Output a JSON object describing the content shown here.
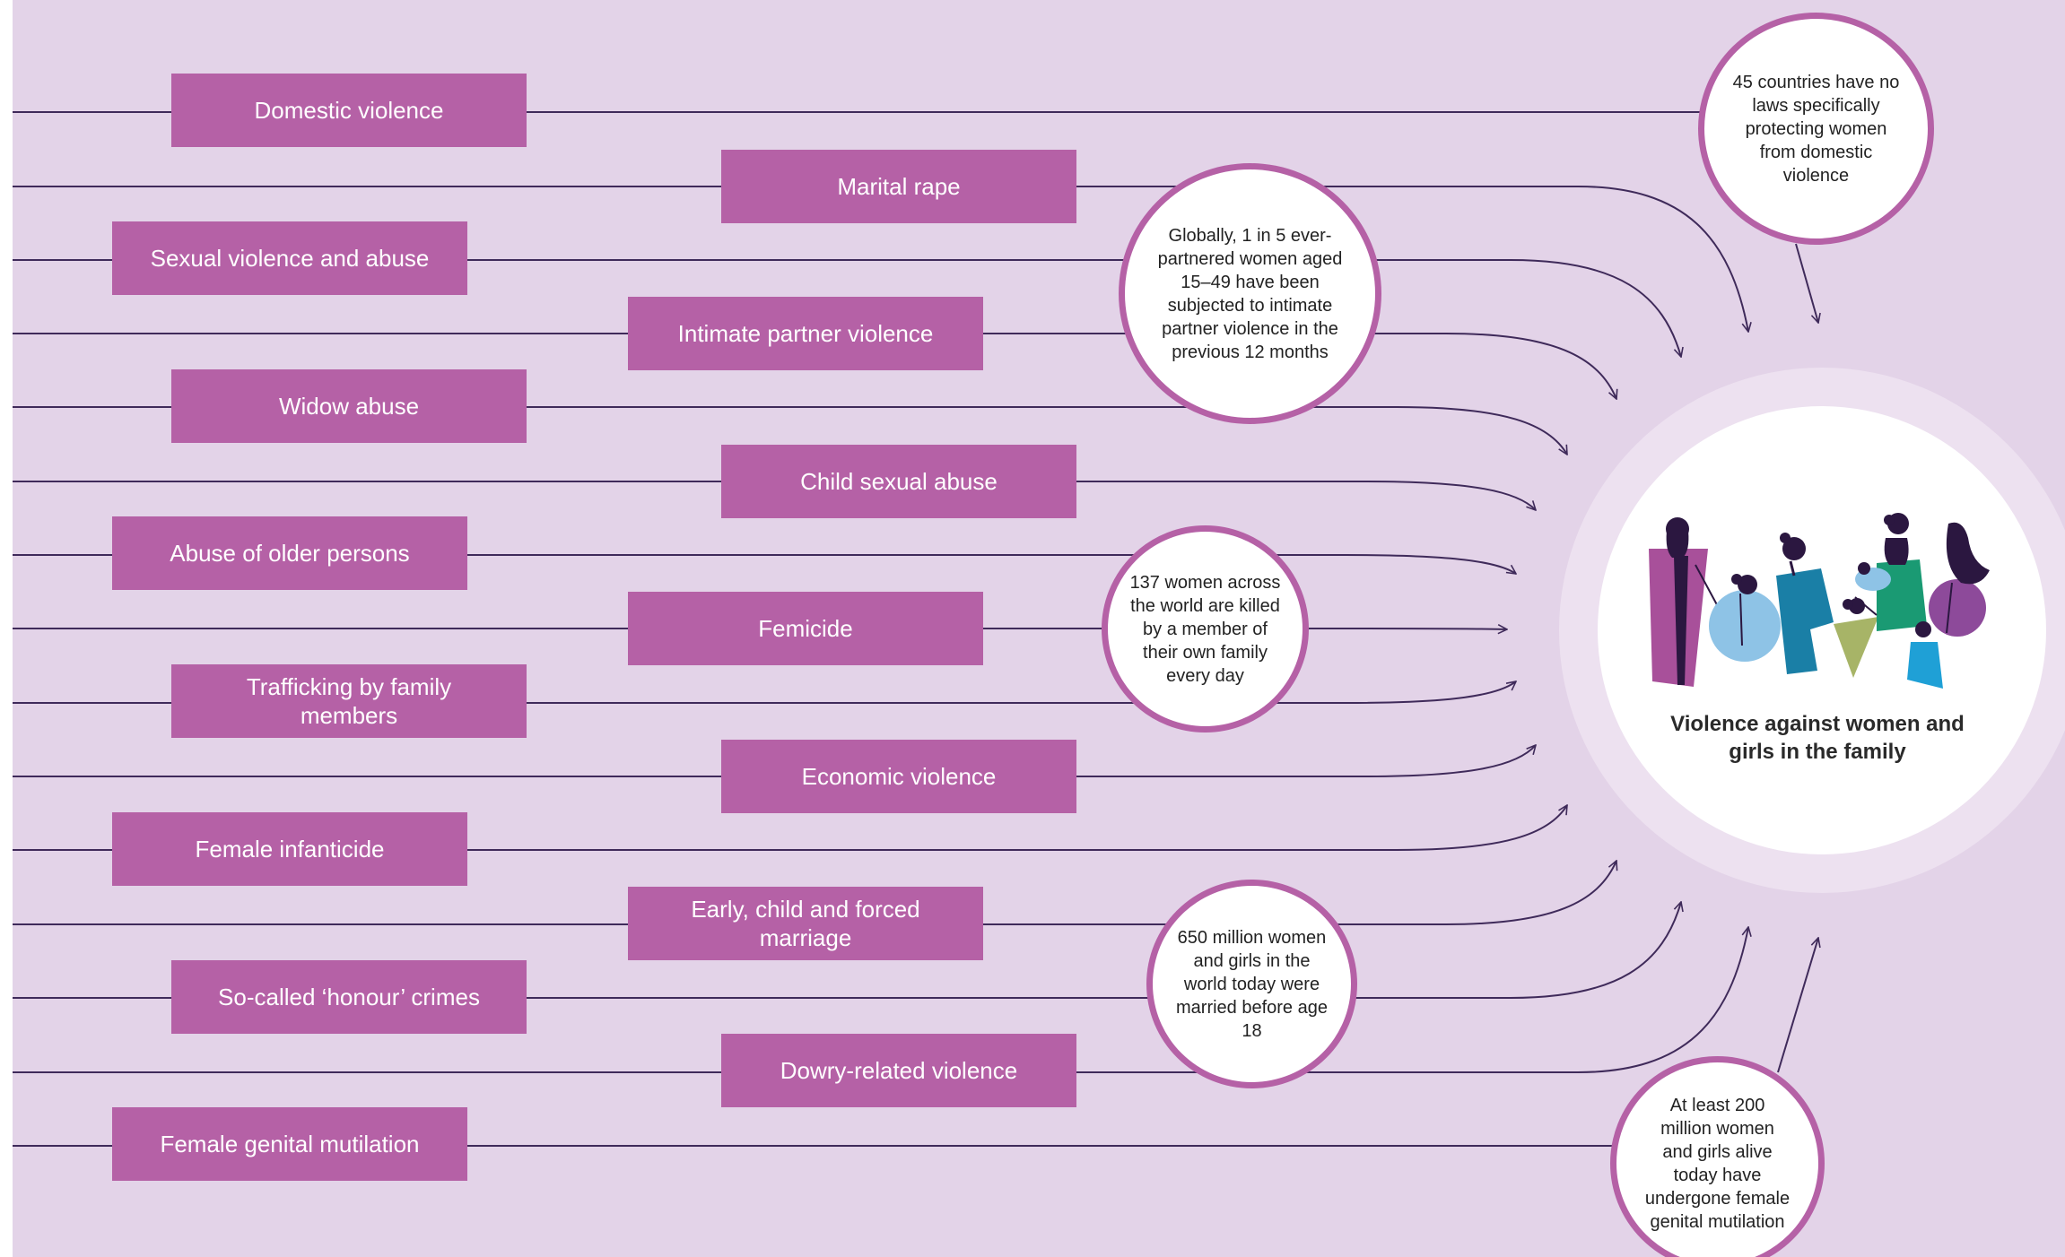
{
  "colors": {
    "background": "#e3d3e8",
    "box": "#b561a6",
    "line": "#3f2a5a",
    "circle_border": "#b561a6"
  },
  "forms": [
    {
      "label": "Domestic violence"
    },
    {
      "label": "Marital rape"
    },
    {
      "label": "Sexual violence and abuse"
    },
    {
      "label": "Intimate partner violence"
    },
    {
      "label": "Widow abuse"
    },
    {
      "label": "Child sexual abuse"
    },
    {
      "label": "Abuse of older persons"
    },
    {
      "label": "Femicide"
    },
    {
      "label": "Trafficking by family members"
    },
    {
      "label": "Economic violence"
    },
    {
      "label": "Female infanticide"
    },
    {
      "label": "Early, child and forced marriage"
    },
    {
      "label": "So-called ‘honour’ crimes"
    },
    {
      "label": "Dowry-related violence"
    },
    {
      "label": "Female genital mutilation"
    }
  ],
  "stats": [
    {
      "text": "45 countries have no laws specifically protecting women from domestic violence"
    },
    {
      "text": "Globally, 1 in 5 ever-partnered women aged 15–49 have been subjected to intimate partner violence in the previous 12 months"
    },
    {
      "text": "137 women across the world are killed by a member of their own family every day"
    },
    {
      "text": "650 million women and girls in the world today were married before age 18"
    },
    {
      "text": "At least 200 million women and girls alive today have undergone female genital mutilation"
    }
  ],
  "center": {
    "title": "Violence against women and girls in the family",
    "figure_icon": "women-and-girls-family-illustration"
  }
}
